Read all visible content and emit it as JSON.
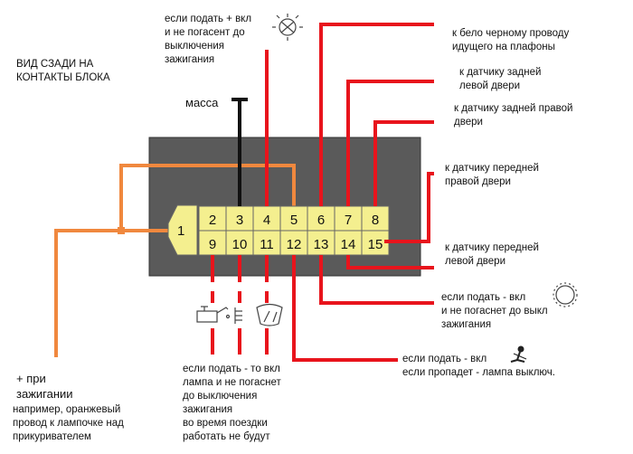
{
  "title": "ВИД СЗАДИ НА\nКОНТАКТЫ БЛОКА",
  "massa_label": "масса",
  "pins_top": [
    "2",
    "3",
    "4",
    "5",
    "6",
    "7",
    "8"
  ],
  "pins_bottom": [
    "9",
    "10",
    "11",
    "12",
    "13",
    "14",
    "15"
  ],
  "pin_first": "1",
  "notes": {
    "pin4": "если подать + вкл\nи не погасент до\nвыключения\nзажигания",
    "pin6": "к бело черному проводу\nидущего на плафоны",
    "pin7": "к датчику задней\nлевой двери",
    "pin8": "к датчику задней правой\nдвери",
    "pin15_up": "к датчику передней\nправой двери",
    "pin14": "к датчику передней\nлевой двери",
    "pin13": "если подать - вкл\nи не погаснет до выкл\nзажигания",
    "pin12": "если подать - вкл\nесли пропадет - лампа выключ.",
    "bottom_group": "если подать - то вкл\nлампа и не погаснет\nдо выключения\nзажигания\nво время поездки\nработать не будут",
    "ignition_title": "+ при\nзажигании",
    "ignition_desc": "например, оранжевый\nпровод к лампочке над\nприкуривателем"
  },
  "colors": {
    "red": "#e8141c",
    "orange": "#f0883e",
    "block": "#5a5a5a",
    "pin_fill": "#f4ef8f",
    "black_wire": "#111111"
  },
  "icons": [
    "light-bulb-icon",
    "oil-can-icon",
    "parking-brake-icon",
    "windshield-icon",
    "dome-light-icon",
    "seat-belt-person-icon"
  ]
}
